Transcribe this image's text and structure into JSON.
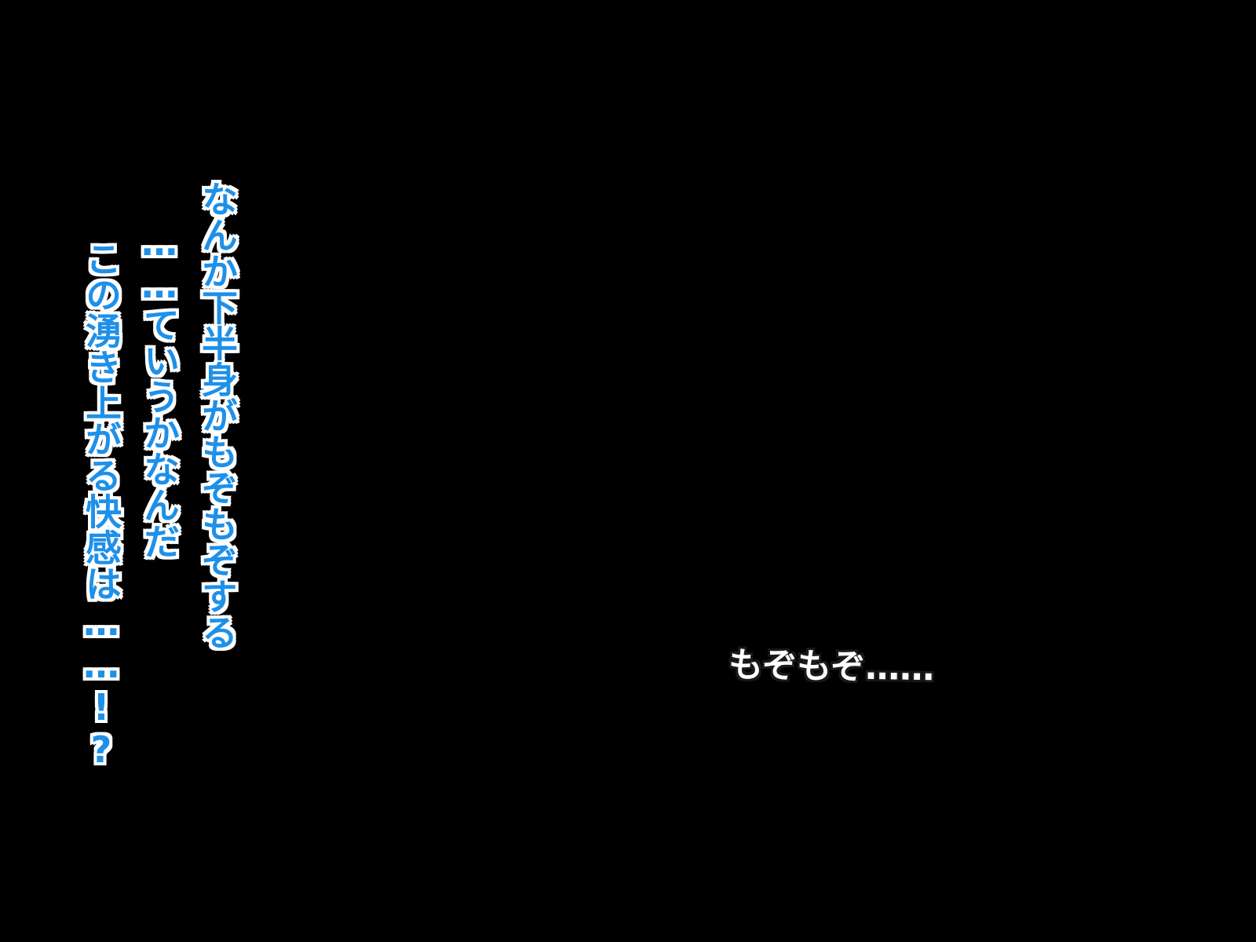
{
  "background_color": "#000000",
  "text_fill_color": "#1E90E8",
  "text_outline_color": "#FFFFFF",
  "narration": {
    "line_1": "なんか下半身がもぞもぞする",
    "line_2": "……ていうかなんだ",
    "line_3": "この湧き上がる快感は……!?"
  },
  "sound_effect": {
    "text": "もぞもぞ……",
    "color": "#FFFFFF"
  }
}
